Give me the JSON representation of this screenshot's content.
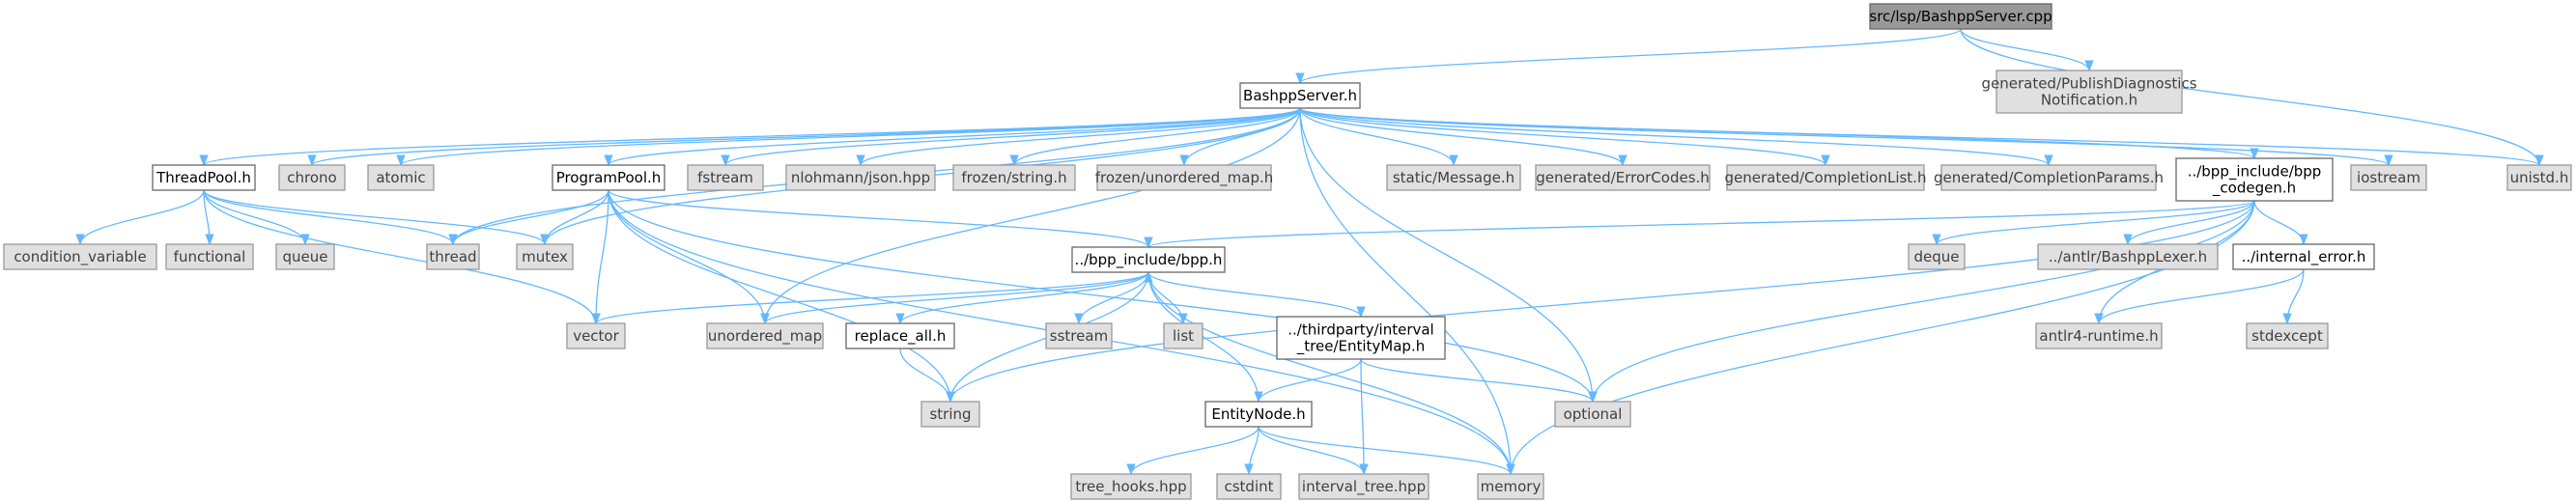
{
  "graph": {
    "edge_color": "#63b8ff",
    "node_colors": {
      "root": "#999999",
      "local": "#ffffff",
      "system": "#e0e0e0"
    },
    "nodes": [
      {
        "id": "root",
        "kind": "root",
        "lines": [
          "src/lsp/BashppServer.cpp"
        ]
      },
      {
        "id": "pubdiag",
        "kind": "sys",
        "lines": [
          "generated/PublishDiagnostics",
          "Notification.h"
        ]
      },
      {
        "id": "server_h",
        "kind": "local",
        "lines": [
          "BashppServer.h"
        ]
      },
      {
        "id": "threadpool",
        "kind": "local",
        "lines": [
          "ThreadPool.h"
        ]
      },
      {
        "id": "chrono",
        "kind": "sys",
        "lines": [
          "chrono"
        ]
      },
      {
        "id": "atomic",
        "kind": "sys",
        "lines": [
          "atomic"
        ]
      },
      {
        "id": "programpool",
        "kind": "local",
        "lines": [
          "ProgramPool.h"
        ]
      },
      {
        "id": "fstream",
        "kind": "sys",
        "lines": [
          "fstream"
        ]
      },
      {
        "id": "json",
        "kind": "sys",
        "lines": [
          "nlohmann/json.hpp"
        ]
      },
      {
        "id": "frozen_string",
        "kind": "sys",
        "lines": [
          "frozen/string.h"
        ]
      },
      {
        "id": "frozen_umap",
        "kind": "sys",
        "lines": [
          "frozen/unordered_map.h"
        ]
      },
      {
        "id": "static_msg",
        "kind": "sys",
        "lines": [
          "static/Message.h"
        ]
      },
      {
        "id": "errcodes",
        "kind": "sys",
        "lines": [
          "generated/ErrorCodes.h"
        ]
      },
      {
        "id": "complist",
        "kind": "sys",
        "lines": [
          "generated/CompletionList.h"
        ]
      },
      {
        "id": "compparams",
        "kind": "sys",
        "lines": [
          "generated/CompletionParams.h"
        ]
      },
      {
        "id": "codegen",
        "kind": "local",
        "lines": [
          "../bpp_include/bpp",
          "_codegen.h"
        ]
      },
      {
        "id": "iostream",
        "kind": "sys",
        "lines": [
          "iostream"
        ]
      },
      {
        "id": "unistd",
        "kind": "sys",
        "lines": [
          "unistd.h"
        ]
      },
      {
        "id": "condvar",
        "kind": "sys",
        "lines": [
          "condition_variable"
        ]
      },
      {
        "id": "functional",
        "kind": "sys",
        "lines": [
          "functional"
        ]
      },
      {
        "id": "queue",
        "kind": "sys",
        "lines": [
          "queue"
        ]
      },
      {
        "id": "thread",
        "kind": "sys",
        "lines": [
          "thread"
        ]
      },
      {
        "id": "mutex",
        "kind": "sys",
        "lines": [
          "mutex"
        ]
      },
      {
        "id": "bpp_h",
        "kind": "local",
        "lines": [
          "../bpp_include/bpp.h"
        ]
      },
      {
        "id": "deque",
        "kind": "sys",
        "lines": [
          "deque"
        ]
      },
      {
        "id": "lexer",
        "kind": "sys",
        "lines": [
          "../antlr/BashppLexer.h"
        ]
      },
      {
        "id": "internal_error",
        "kind": "local",
        "lines": [
          "../internal_error.h"
        ]
      },
      {
        "id": "vector",
        "kind": "sys",
        "lines": [
          "vector"
        ]
      },
      {
        "id": "umap",
        "kind": "sys",
        "lines": [
          "unordered_map"
        ]
      },
      {
        "id": "replace_all",
        "kind": "local",
        "lines": [
          "replace_all.h"
        ]
      },
      {
        "id": "sstream",
        "kind": "sys",
        "lines": [
          "sstream"
        ]
      },
      {
        "id": "list",
        "kind": "sys",
        "lines": [
          "list"
        ]
      },
      {
        "id": "entitymap",
        "kind": "local",
        "lines": [
          "../thirdparty/interval",
          "_tree/EntityMap.h"
        ]
      },
      {
        "id": "antlr4",
        "kind": "sys",
        "lines": [
          "antlr4-runtime.h"
        ]
      },
      {
        "id": "stdexcept",
        "kind": "sys",
        "lines": [
          "stdexcept"
        ]
      },
      {
        "id": "string",
        "kind": "sys",
        "lines": [
          "string"
        ]
      },
      {
        "id": "optional",
        "kind": "sys",
        "lines": [
          "optional"
        ]
      },
      {
        "id": "entitynode",
        "kind": "local",
        "lines": [
          "EntityNode.h"
        ]
      },
      {
        "id": "tree_hooks",
        "kind": "sys",
        "lines": [
          "tree_hooks.hpp"
        ]
      },
      {
        "id": "cstdint",
        "kind": "sys",
        "lines": [
          "cstdint"
        ]
      },
      {
        "id": "interval_tree",
        "kind": "sys",
        "lines": [
          "interval_tree.hpp"
        ]
      },
      {
        "id": "memory",
        "kind": "sys",
        "lines": [
          "memory"
        ]
      }
    ],
    "edges": [
      [
        "root",
        "server_h"
      ],
      [
        "root",
        "pubdiag"
      ],
      [
        "root",
        "unistd"
      ],
      [
        "server_h",
        "threadpool"
      ],
      [
        "server_h",
        "chrono"
      ],
      [
        "server_h",
        "atomic"
      ],
      [
        "server_h",
        "programpool"
      ],
      [
        "server_h",
        "fstream"
      ],
      [
        "server_h",
        "json"
      ],
      [
        "server_h",
        "frozen_string"
      ],
      [
        "server_h",
        "frozen_umap"
      ],
      [
        "server_h",
        "static_msg"
      ],
      [
        "server_h",
        "errcodes"
      ],
      [
        "server_h",
        "complist"
      ],
      [
        "server_h",
        "compparams"
      ],
      [
        "server_h",
        "codegen"
      ],
      [
        "server_h",
        "iostream"
      ],
      [
        "server_h",
        "unistd"
      ],
      [
        "server_h",
        "thread"
      ],
      [
        "server_h",
        "mutex"
      ],
      [
        "server_h",
        "umap"
      ],
      [
        "server_h",
        "optional"
      ],
      [
        "server_h",
        "memory"
      ],
      [
        "threadpool",
        "condvar"
      ],
      [
        "threadpool",
        "functional"
      ],
      [
        "threadpool",
        "queue"
      ],
      [
        "threadpool",
        "thread"
      ],
      [
        "threadpool",
        "mutex"
      ],
      [
        "threadpool",
        "vector"
      ],
      [
        "programpool",
        "thread"
      ],
      [
        "programpool",
        "mutex"
      ],
      [
        "programpool",
        "bpp_h"
      ],
      [
        "programpool",
        "vector"
      ],
      [
        "programpool",
        "umap"
      ],
      [
        "programpool",
        "string"
      ],
      [
        "programpool",
        "optional"
      ],
      [
        "programpool",
        "memory"
      ],
      [
        "codegen",
        "bpp_h"
      ],
      [
        "codegen",
        "deque"
      ],
      [
        "codegen",
        "lexer"
      ],
      [
        "codegen",
        "internal_error"
      ],
      [
        "codegen",
        "antlr4"
      ],
      [
        "codegen",
        "optional"
      ],
      [
        "codegen",
        "string"
      ],
      [
        "codegen",
        "memory"
      ],
      [
        "internal_error",
        "antlr4"
      ],
      [
        "internal_error",
        "stdexcept"
      ],
      [
        "bpp_h",
        "vector"
      ],
      [
        "bpp_h",
        "umap"
      ],
      [
        "bpp_h",
        "replace_all"
      ],
      [
        "bpp_h",
        "sstream"
      ],
      [
        "bpp_h",
        "list"
      ],
      [
        "bpp_h",
        "entitymap"
      ],
      [
        "bpp_h",
        "string"
      ],
      [
        "bpp_h",
        "memory"
      ],
      [
        "replace_all",
        "string"
      ],
      [
        "entitymap",
        "entitynode"
      ],
      [
        "entitymap",
        "interval_tree"
      ],
      [
        "entitymap",
        "optional"
      ],
      [
        "entitynode",
        "bpp_h"
      ],
      [
        "entitynode",
        "tree_hooks"
      ],
      [
        "entitynode",
        "cstdint"
      ],
      [
        "entitynode",
        "interval_tree"
      ],
      [
        "entitynode",
        "memory"
      ]
    ]
  }
}
